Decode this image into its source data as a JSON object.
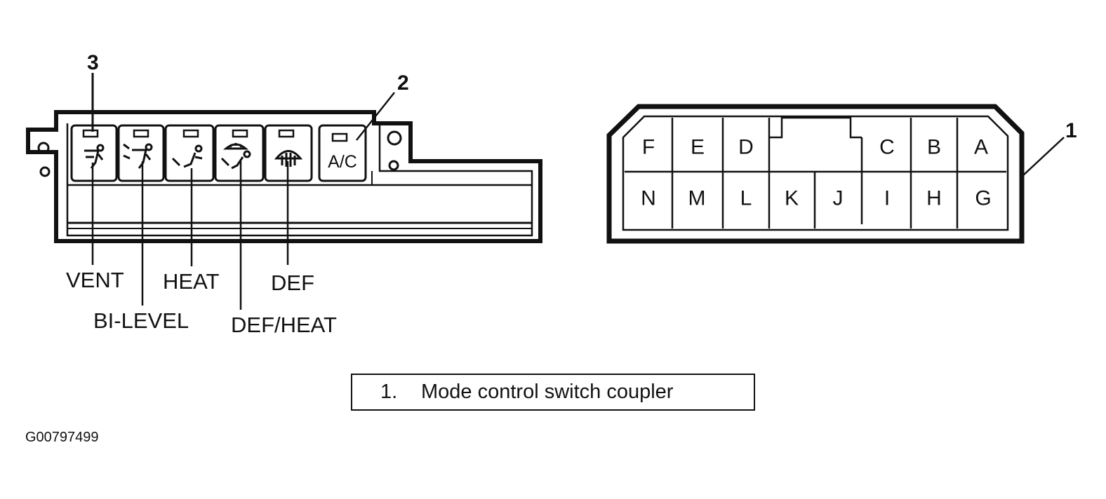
{
  "callouts": {
    "one": "1",
    "two": "2",
    "three": "3"
  },
  "switch_panel": {
    "buttons": [
      {
        "icon": "vent-icon",
        "label": "VENT"
      },
      {
        "icon": "bi-level-icon",
        "label": "BI-LEVEL"
      },
      {
        "icon": "heat-icon",
        "label": "HEAT"
      },
      {
        "icon": "def-heat-icon",
        "label": "DEF/HEAT"
      },
      {
        "icon": "defrost-icon",
        "label": "DEF"
      }
    ],
    "ac_button": "A/C"
  },
  "coupler": {
    "top_row": [
      "F",
      "E",
      "D",
      "C",
      "B",
      "A"
    ],
    "bottom_row": [
      "N",
      "M",
      "L",
      "K",
      "J",
      "I",
      "H",
      "G"
    ]
  },
  "legend": {
    "number": "1.",
    "text": "Mode control switch coupler"
  },
  "figure_id": "G00797499",
  "colors": {
    "ink": "#111111",
    "background": "#ffffff"
  }
}
